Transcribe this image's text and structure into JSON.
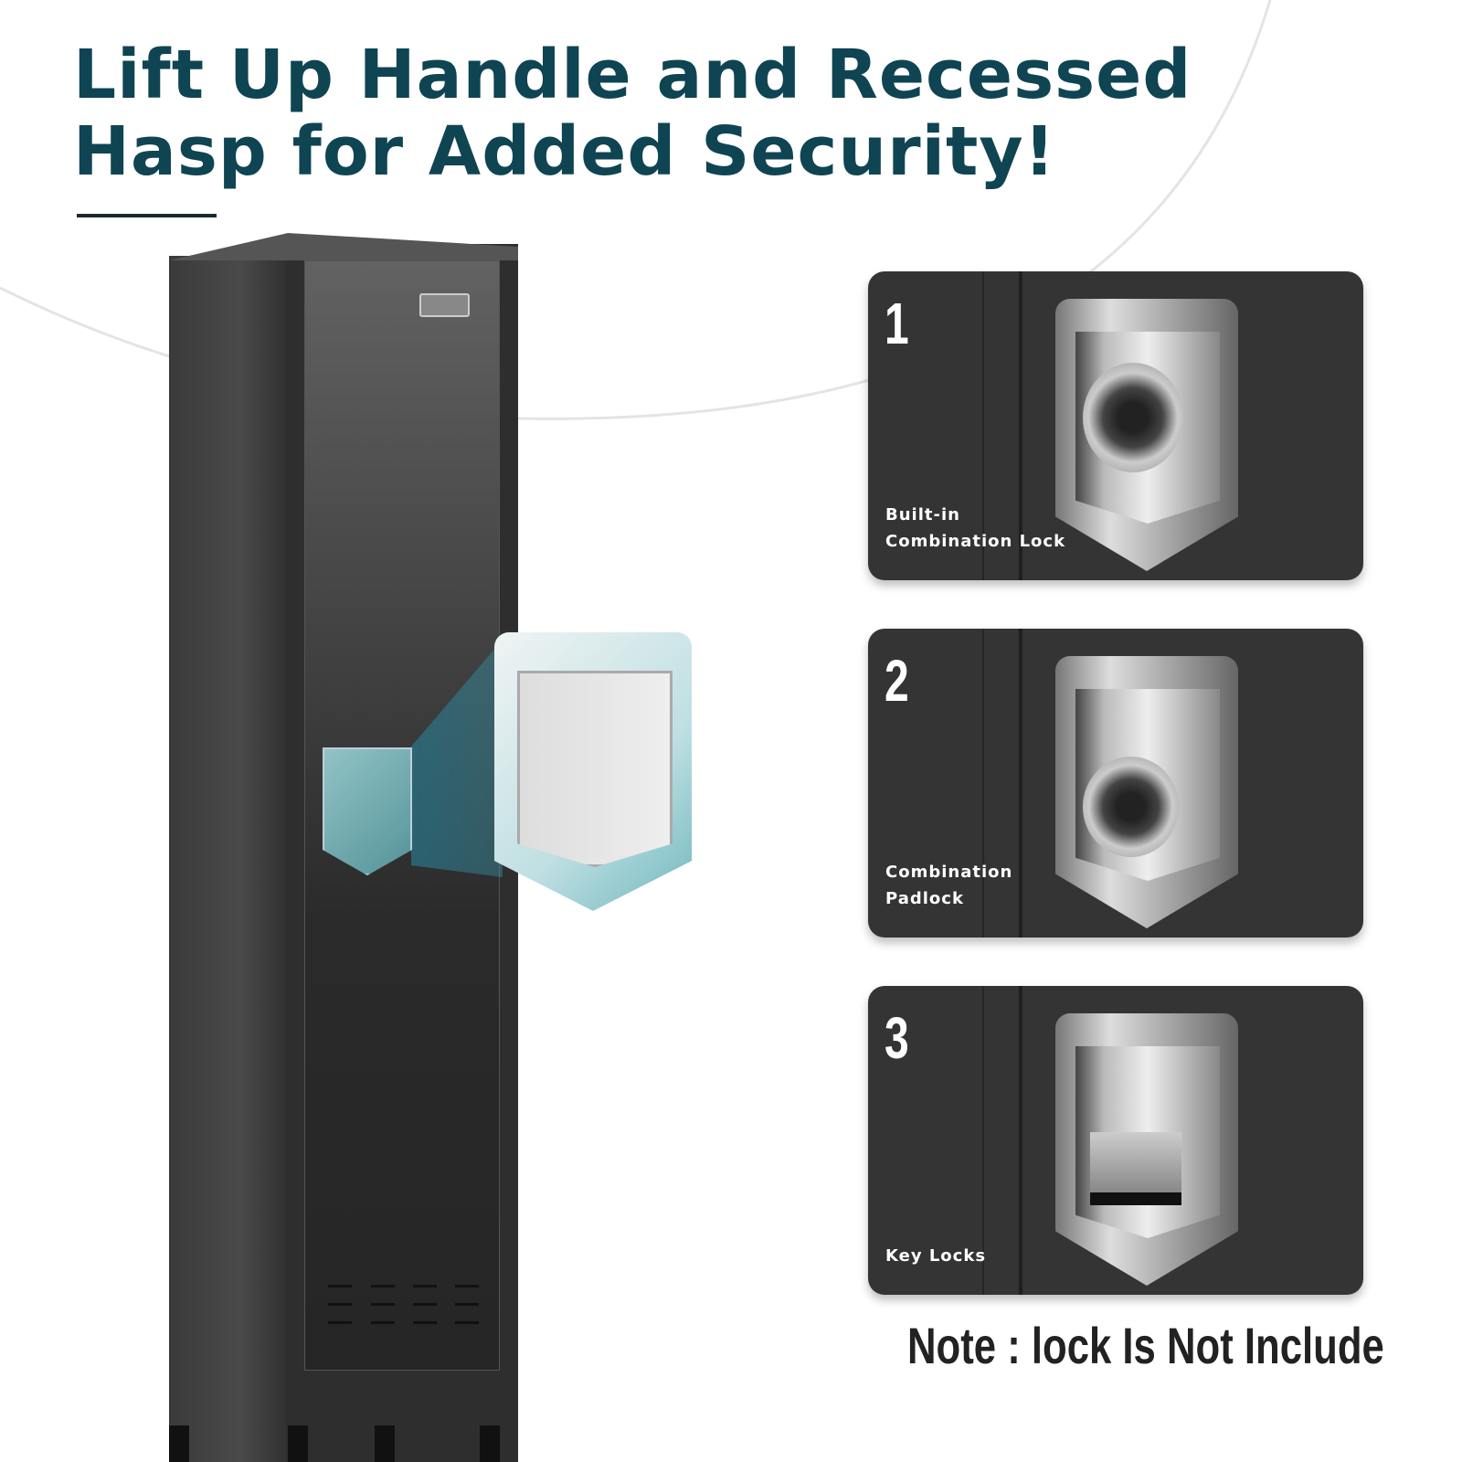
{
  "title": {
    "line1": "Lift Up Handle and Recessed",
    "line2": "Hasp for Added Security!"
  },
  "cards": [
    {
      "number": "1",
      "label_line1": "Built-in",
      "label_line2": "Combination Lock"
    },
    {
      "number": "2",
      "label_line1": "Combination",
      "label_line2": "Padlock"
    },
    {
      "number": "3",
      "label_line1": "Key Locks",
      "label_line2": ""
    }
  ],
  "note": "Note :   lock Is Not Include",
  "colors": {
    "title": "#0f4453",
    "card": "#343434"
  }
}
